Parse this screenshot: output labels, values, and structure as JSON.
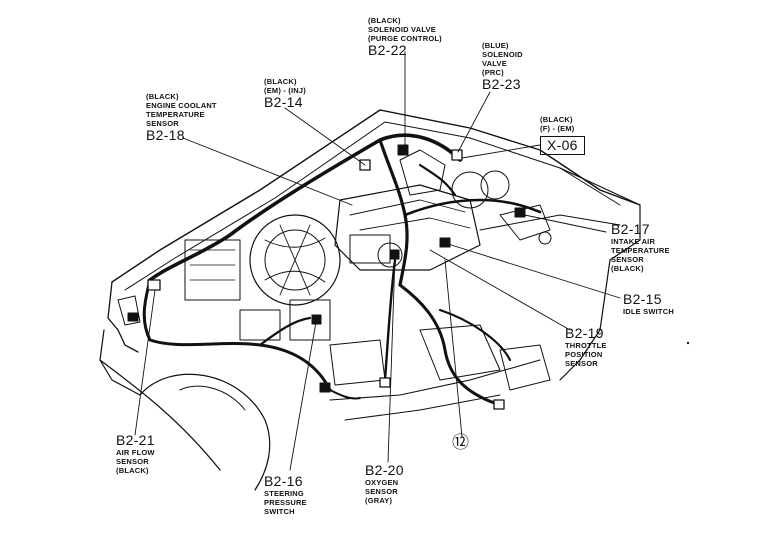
{
  "components": [
    {
      "id": "b2-22",
      "lines": [
        "(BLACK)",
        "SOLENOID VALVE",
        "(PURGE CONTROL)"
      ],
      "code": "B2-22"
    },
    {
      "id": "b2-23",
      "lines": [
        "(BLUE)",
        "SOLENOID",
        "VALVE",
        "(PRC)"
      ],
      "code": "B2-23"
    },
    {
      "id": "b2-14",
      "lines": [
        "(BLACK)",
        "(EM) - (INJ)"
      ],
      "code": "B2-14"
    },
    {
      "id": "b2-18",
      "lines": [
        "(BLACK)",
        "ENGINE COOLANT",
        "TEMPERATURE",
        "SENSOR"
      ],
      "code": "B2-18"
    },
    {
      "id": "x-06",
      "lines": [
        "(BLACK)",
        "(F) - (EM)"
      ],
      "code": "X-06"
    },
    {
      "id": "b2-17",
      "code": "B2-17",
      "lines_after": [
        "INTAKE AIR",
        "TEMPERATURE",
        "SENSOR",
        "(BLACK)"
      ]
    },
    {
      "id": "b2-15",
      "code": "B2-15",
      "lines_after": [
        "IDLE SWITCH"
      ]
    },
    {
      "id": "b2-19",
      "code": "B2-19",
      "lines_after": [
        "THROTTLE",
        "POSITION",
        "SENSOR"
      ]
    },
    {
      "id": "b2-21",
      "code": "B2-21",
      "lines_after": [
        "AIR FLOW",
        "SENSOR",
        "(BLACK)"
      ]
    },
    {
      "id": "b2-16",
      "code": "B2-16",
      "lines_after": [
        "STEERING",
        "PRESSURE",
        "SWITCH"
      ]
    },
    {
      "id": "b2-20",
      "code": "B2-20",
      "lines_after": [
        "OXYGEN",
        "SENSOR",
        "(GRAY)"
      ]
    }
  ],
  "ground_marker": "⑫"
}
